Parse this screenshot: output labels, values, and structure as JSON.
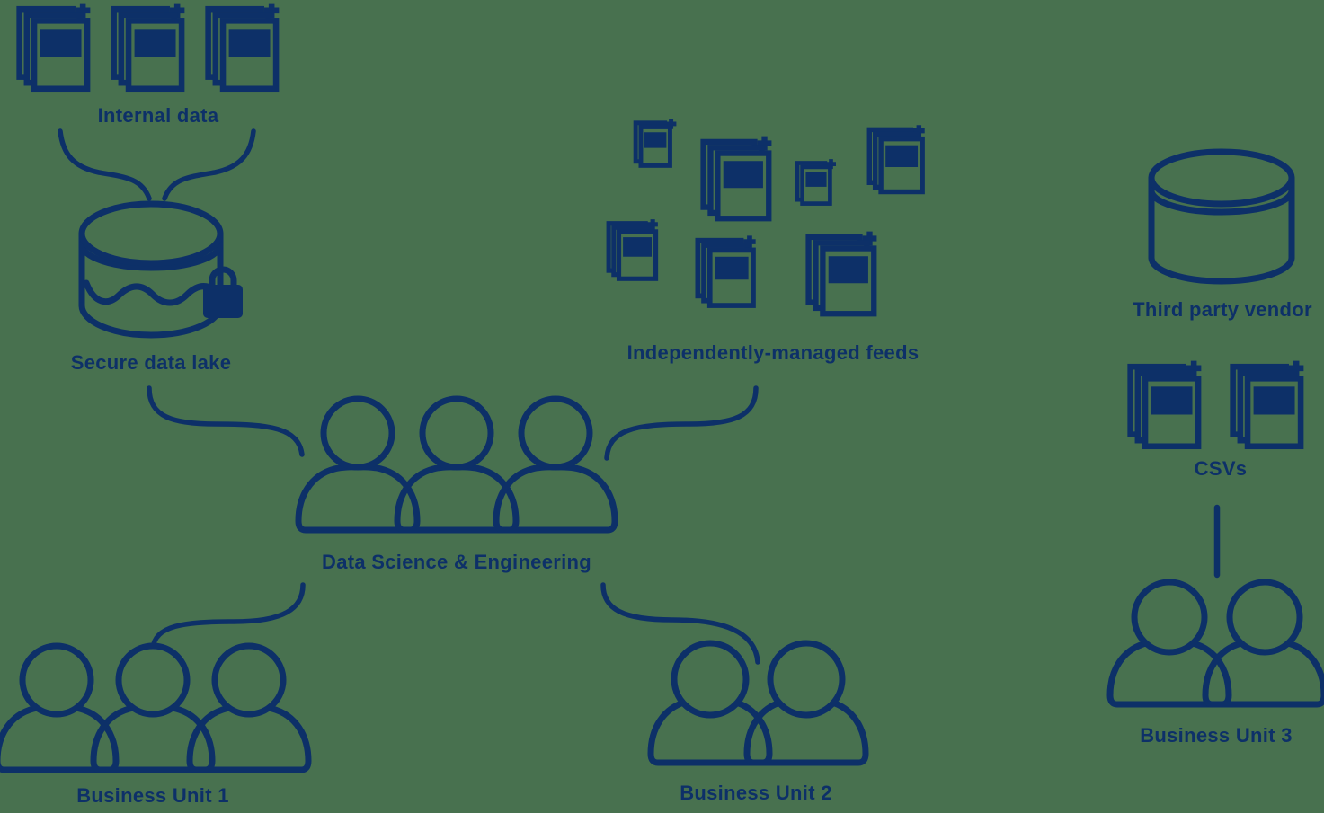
{
  "colors": {
    "background": "#48714f",
    "ink": "#0d3068"
  },
  "diagram": {
    "nodes": {
      "internal_data": {
        "label": "Internal data",
        "icon": "document-stack-group"
      },
      "secure_data_lake": {
        "label": "Secure data lake",
        "icon": "locked-database"
      },
      "independent_feeds": {
        "label": "Independently-managed feeds",
        "icon": "document-stack-scatter"
      },
      "third_party_vendor": {
        "label": "Third party vendor",
        "icon": "database"
      },
      "csvs": {
        "label": "CSVs",
        "icon": "document-stacks"
      },
      "data_science_engineering": {
        "label": "Data Science & Engineering",
        "icon": "people-group-3"
      },
      "business_unit_1": {
        "label": "Business Unit 1",
        "icon": "people-group-3"
      },
      "business_unit_2": {
        "label": "Business Unit 2",
        "icon": "people-group-2"
      },
      "business_unit_3": {
        "label": "Business Unit 3",
        "icon": "people-group-2"
      }
    },
    "edges": [
      {
        "from": "internal_data",
        "to": "secure_data_lake"
      },
      {
        "from": "secure_data_lake",
        "to": "data_science_engineering"
      },
      {
        "from": "independent_feeds",
        "to": "data_science_engineering"
      },
      {
        "from": "data_science_engineering",
        "to": "business_unit_1"
      },
      {
        "from": "data_science_engineering",
        "to": "business_unit_2"
      },
      {
        "from": "csvs",
        "to": "business_unit_3"
      }
    ]
  }
}
